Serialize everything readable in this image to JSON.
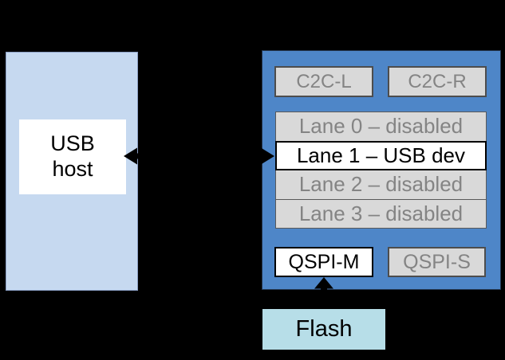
{
  "diagram": {
    "host_panel": {
      "box_label": "USB\nhost"
    },
    "device_panel": {
      "c2c_blocks": [
        {
          "label": "C2C-L"
        },
        {
          "label": "C2C-R"
        }
      ],
      "lanes": [
        {
          "label": "Lane 0 – disabled",
          "state": "disabled"
        },
        {
          "label": "Lane 1 – USB dev",
          "state": "active"
        },
        {
          "label": "Lane 2 – disabled",
          "state": "disabled"
        },
        {
          "label": "Lane 3 – disabled",
          "state": "disabled"
        }
      ],
      "qspi_blocks": [
        {
          "label": "QSPI-M",
          "state": "active"
        },
        {
          "label": "QSPI-S",
          "state": "inactive"
        }
      ]
    },
    "flash": {
      "label": "Flash"
    },
    "connections": [
      {
        "from": "USB host",
        "to": "Lane 1 – USB dev",
        "type": "bidirectional-horizontal"
      },
      {
        "from": "Flash",
        "to": "QSPI-M",
        "type": "arrow-up"
      }
    ],
    "colors": {
      "background": "#000000",
      "host_fill": "#c6d9f0",
      "host_border": "#8b9fc4",
      "device_fill": "#4e86c8",
      "device_border": "#24364f",
      "gray_fill": "#d9d9d9",
      "gray_border": "#4d4d4d",
      "lane_border": "#595959",
      "gray_text": "#848484",
      "active_fill": "#ffffff",
      "active_border": "#000000",
      "flash_fill": "#b7dee8",
      "arrow": "#000000"
    }
  }
}
